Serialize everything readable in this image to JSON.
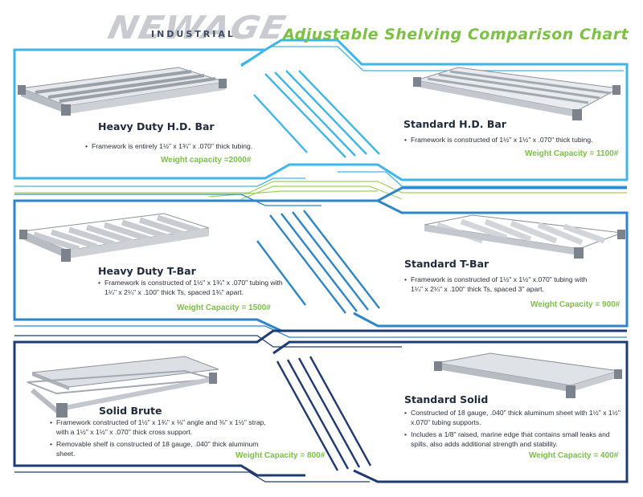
{
  "brand": {
    "logo_main": "NEWAGE",
    "logo_sub": "INDUSTRIAL"
  },
  "title": "Adjustable Shelving Comparison Chart",
  "colors": {
    "light_blue": "#3fb6e8",
    "mid_blue": "#2e86c8",
    "navy": "#1f3b73",
    "green": "#7cc242"
  },
  "products": [
    {
      "name": "Heavy Duty H.D. Bar",
      "bullets": [
        "Framework is entirely 1½\" x 1¾\" x .070\" thick tubing."
      ],
      "capacity": "Weight capacity =2000#"
    },
    {
      "name": "Standard H.D. Bar",
      "bullets": [
        "Framework is constructed of 1½\" x 1½\" x .070\" thick tubing."
      ],
      "capacity": "Weight Capacity = 1100#"
    },
    {
      "name": "Heavy Duty T-Bar",
      "bullets": [
        "Framework is constructed of 1½\" x 1¾\" x .070\" tubing with 1¼\" x 2¼\" x .100\" thick Ts, spaced 1¾\" apart."
      ],
      "capacity": "Weight Capacity = 1500#"
    },
    {
      "name": "Standard T-Bar",
      "bullets": [
        "Framework is constructed of 1½\" x 1½\" x.070\" tubing with 1¼\" x 2¼\" x .100\" thick Ts, spaced 3\" apart."
      ],
      "capacity": "Weight Capacity = 900#"
    },
    {
      "name": "Solid Brute",
      "bullets": [
        "Framework constructed of 1½\" x 1¾\" x ⅛\" angle and ⅜\" x 1½\" strap, with a 1½\" x 1½\" x .070\" thick cross support.",
        "Removable shelf is constructed of 18 gauge, .040\" thick aluminum sheet."
      ],
      "capacity": "Weight Capacity = 800#"
    },
    {
      "name": "Standard Solid",
      "bullets": [
        "Constructed of 18 gauge, .040\" thick aluminum sheet with 1½\" x 1½\" x.070\" tubing supports.",
        "Includes a 1/8\" raised, marine edge that contains small leaks and spills, also adds additional strength and stability."
      ],
      "capacity": "Weight Capacity = 400#"
    }
  ]
}
